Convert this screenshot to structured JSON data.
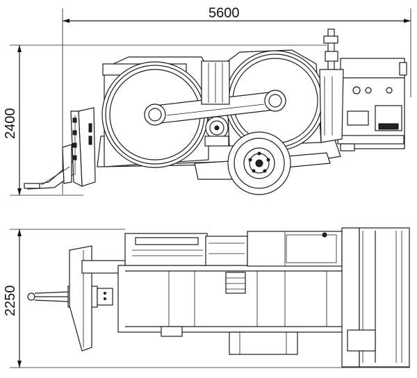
{
  "dimensions": {
    "overall_length": "5600",
    "side_view_height": "2400",
    "top_view_width": "2250"
  },
  "colors": {
    "line": "#1a1a1a",
    "background": "#ffffff"
  }
}
